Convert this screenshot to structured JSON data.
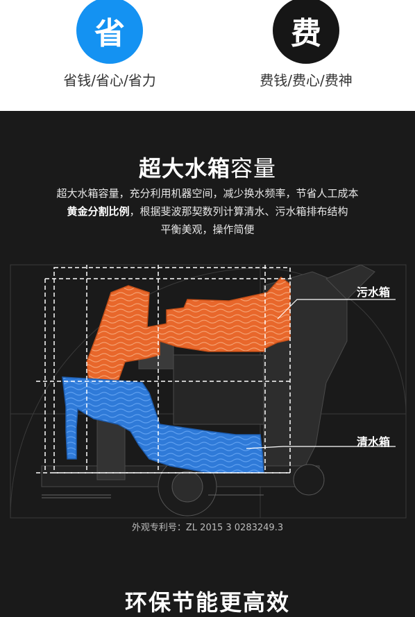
{
  "top": {
    "left_icon_char": "省",
    "left_caption": "省钱/省心/省力",
    "right_icon_char": "费",
    "right_caption": "费钱/费心/费神",
    "left_color": "#1492f2",
    "right_color": "#161616"
  },
  "section": {
    "heading_bold": "超大水箱",
    "heading_light": "容量",
    "line1": "超大水箱容量，充分利用机器空间，减少换水频率，节省人工成本",
    "line2_bold": "黄金分割比例",
    "line2_rest": "，根据斐波那契数列计算清水、污水箱排布结构",
    "line3": "平衡美观，操作简便"
  },
  "diagram": {
    "dirty_tank_label": "污水箱",
    "clean_tank_label": "清水箱",
    "dirty_color": "#e8672b",
    "clean_color": "#2f7ad8"
  },
  "patent": "外观专利号：ZL 2015 3 0283249.3",
  "next_title": "环保节能更高效"
}
